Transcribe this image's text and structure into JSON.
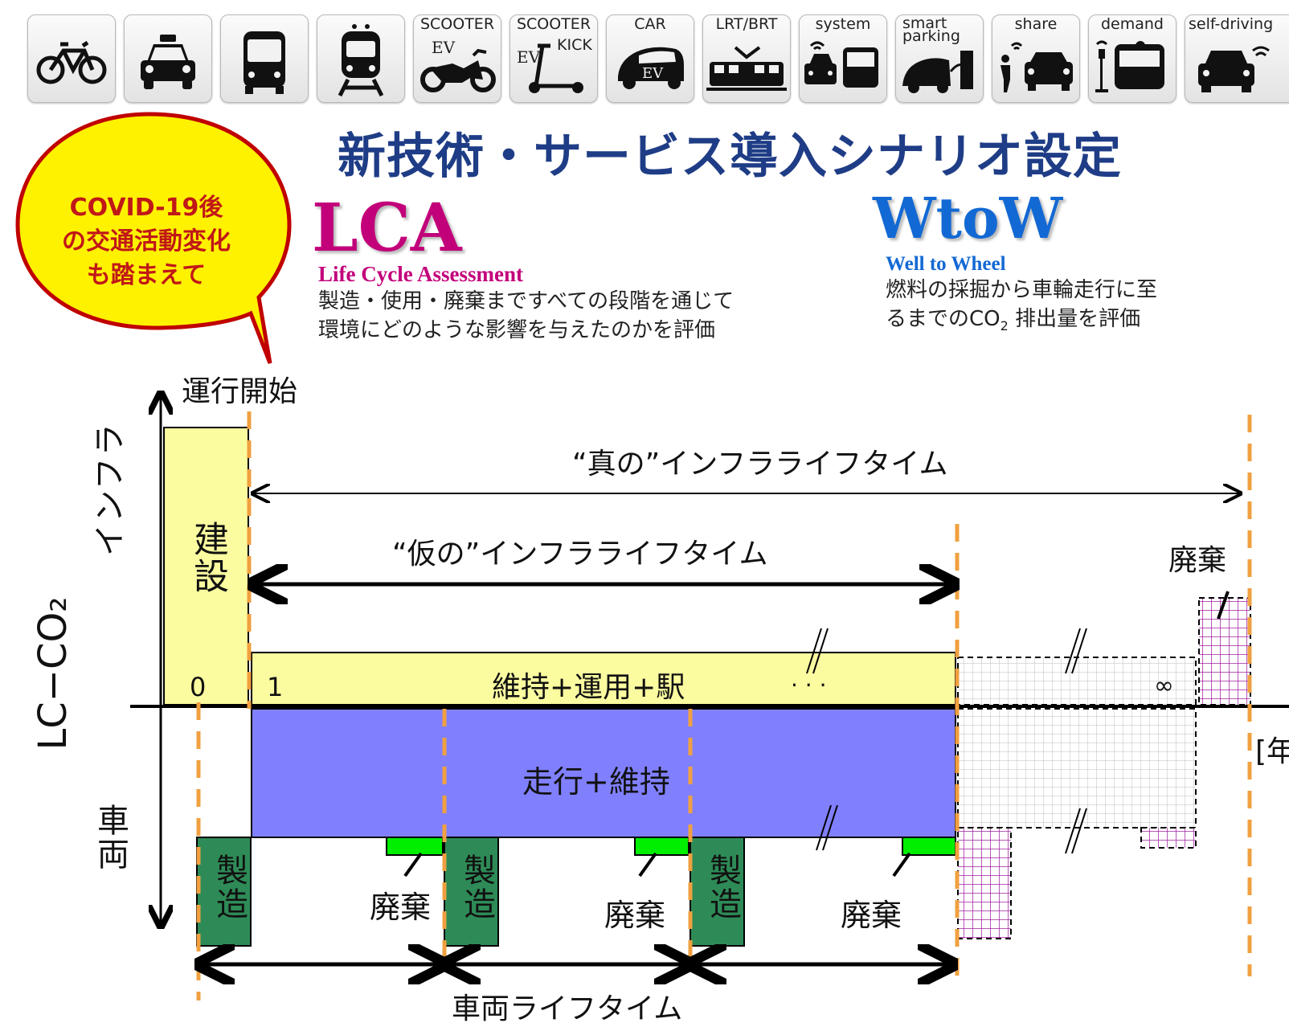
{
  "modes": [
    {
      "name": "bicycle",
      "icon": "bicycle-icon",
      "label": ""
    },
    {
      "name": "taxi",
      "icon": "taxi-icon",
      "label": ""
    },
    {
      "name": "bus",
      "icon": "bus-icon",
      "label": ""
    },
    {
      "name": "train",
      "icon": "train-icon",
      "label": ""
    },
    {
      "name": "scooter-ev",
      "icon": "scooter-ev-icon",
      "label": "SCOOTER",
      "sublabel": "EV"
    },
    {
      "name": "scooter-kick",
      "icon": "kick-scooter-icon",
      "label": "SCOOTER",
      "sublabel": "KICK",
      "sublabel2": "EV"
    },
    {
      "name": "car",
      "icon": "ev-car-icon",
      "label": "CAR",
      "sublabel": "EV"
    },
    {
      "name": "lrt-brt",
      "icon": "tram-icon",
      "label": "LRT/BRT"
    },
    {
      "name": "system",
      "icon": "connected-vehicles-icon",
      "label": "system"
    },
    {
      "name": "smart-parking",
      "icon": "ev-charging-icon",
      "label": "smart\nparking"
    },
    {
      "name": "share",
      "icon": "car-share-icon",
      "label": "share"
    },
    {
      "name": "demand",
      "icon": "on-demand-bus-icon",
      "label": "demand"
    },
    {
      "name": "self-driving",
      "icon": "self-driving-car-icon",
      "label": "self-driving"
    }
  ],
  "title": "新技術・サービス導入シナリオ設定",
  "bubble": {
    "line1": "COVID-19後",
    "line2": "の交通活動変化",
    "line3": "も踏まえて"
  },
  "lca": {
    "title": "LCA",
    "subtitle": "Life Cycle Assessment",
    "desc1": "製造・使用・廃棄まですべての段階を通じて",
    "desc2": "環境にどのような影響を与えたのかを評価"
  },
  "wtow": {
    "title": "WtoW",
    "subtitle": "Well to Wheel",
    "desc1": "燃料の採掘から車輪走行に至",
    "desc2_pre": "るまでのCO",
    "desc2_sub": "2",
    "desc2_post": " 排出量を評価"
  },
  "diagram": {
    "y_axis_label": "LC−CO₂",
    "infra_label": "インフラ",
    "vehicle_label": "車両",
    "operation_start": "運行開始",
    "construction": "建設",
    "true_lifetime": "“真の”インフラライフタイム",
    "provisional_lifetime": "“仮の”インフラライフタイム",
    "maintenance_ops": "維持+運用+駅",
    "running_maintenance": "走行+維持",
    "manufacture": "製造",
    "disposal": "廃棄",
    "vehicle_lifetime": "車両ライフタイム",
    "tick0": "0",
    "tick1": "1",
    "dots": ". . .",
    "infinity": "∞",
    "unit_partial": "[年"
  },
  "colors": {
    "construction": "#fbfba0",
    "running": "#8080ff",
    "manufacture": "#2e8b57",
    "disposal_vehicle": "#00ee00",
    "dashed_orange": "#f0a040",
    "hatch_purple": "#a020a0",
    "title_blue": "#1f3d86",
    "lca_magenta": "#c2007a",
    "wtow_blue": "#1369d4"
  }
}
